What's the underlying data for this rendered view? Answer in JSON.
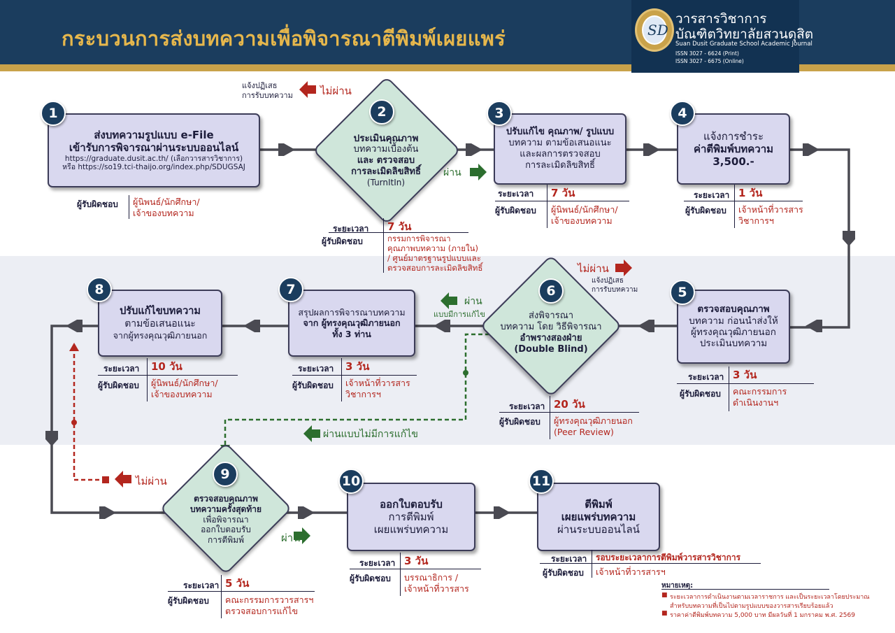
{
  "header": {
    "title": "กระบวนการส่งบทความเพื่อพิจารณาตีพิมพ์เผยแพร่",
    "journal_th_1": "วารสารวิชาการ",
    "journal_th_2": "บัณฑิตวิทยาลัยสวนดุสิต",
    "journal_en": "Suan Dusit Graduate School Academic Journal",
    "issn_print": "ISSN 3027 - 6624 (Print)",
    "issn_online": "ISSN 3027 - 6675 (Online)"
  },
  "labels": {
    "period": "ระยะเวลา",
    "responsible": "ผู้รับผิดชอบ",
    "pass": "ผ่าน",
    "fail": "ไม่ผ่าน",
    "reject_notice_1": "แจ้งปฏิเสธ",
    "reject_notice_2": "การรับบทความ",
    "pass_with_revision_1": "ผ่าน",
    "pass_with_revision_2": "แบบมีการแก้ไข",
    "pass_no_revision": "ผ่านแบบไม่มีการแก้ไข"
  },
  "steps": [
    {
      "number": "1",
      "lines": [
        "ส่งบทความรูปแบบ e-File",
        "เข้ารับการพิจารณาผ่านระบบออนไลน์",
        "https://graduate.dusit.ac.th/ (เลือกวารสารวิชาการ)",
        "หรือ https://so19.tci-thaijo.org/index.php/SDUGSAJ"
      ],
      "responsible": [
        "ผู้นิพนธ์/นักศึกษา/",
        "เจ้าของบทความ"
      ]
    },
    {
      "number": "2",
      "lines": [
        "ประเมินคุณภาพ",
        "บทความเบื้องต้น",
        "และ ตรวจสอบ",
        "การละเมิดลิขสิทธิ์",
        "(TurnItIn)"
      ],
      "period": "7 วัน",
      "responsible": [
        "กรรมการพิจารณา",
        "คุณภาพบทความ (ภายใน)",
        "/ ศูนย์มาตรฐานรูปแบบและ",
        "ตรวจสอบการละเมิดลิขสิทธิ์"
      ]
    },
    {
      "number": "3",
      "lines": [
        "ปรับแก้ไข คุณภาพ/ รูปแบบ",
        "บทความ ตามข้อเสนอแนะ",
        "และผลการตรวจสอบ",
        "การละเมิดลิขสิทธิ์"
      ],
      "period": "7 วัน",
      "responsible": [
        "ผู้นิพนธ์/นักศึกษา/",
        "เจ้าของบทความ"
      ]
    },
    {
      "number": "4",
      "lines": [
        "แจ้งการชำระ",
        "ค่าตีพิมพ์บทความ",
        "3,500.-"
      ],
      "period": "1 วัน",
      "responsible": [
        "เจ้าหน้าที่วารสาร",
        "วิชาการฯ"
      ]
    },
    {
      "number": "5",
      "lines": [
        "ตรวจสอบคุณภาพ",
        "บทความ ก่อนนำส่งให้",
        "ผู้ทรงคุณวุฒิภายนอก",
        "ประเมินบทความ"
      ],
      "period": "3 วัน",
      "responsible": [
        "คณะกรรมการ",
        "ดำเนินงานฯ"
      ]
    },
    {
      "number": "6",
      "lines": [
        "ส่งพิจารณา",
        "บทความ โดย วิธีพิจารณา",
        "อำพรางสองฝ่าย",
        "(Double Blind)"
      ],
      "period": "20 วัน",
      "responsible": [
        "ผู้ทรงคุณวุฒิภายนอก",
        "(Peer Review)"
      ]
    },
    {
      "number": "7",
      "lines": [
        "สรุปผลการพิจารณาบทความ",
        "จาก ผู้ทรงคุณวุฒิภายนอก",
        "ทั้ง 3 ท่าน"
      ],
      "period": "3 วัน",
      "responsible": [
        "เจ้าหน้าที่วารสาร",
        "วิชาการฯ"
      ]
    },
    {
      "number": "8",
      "lines": [
        "ปรับแก้ไขบทความ",
        "ตามข้อเสนอแนะ",
        "จากผู้ทรงคุณวุฒิภายนอก"
      ],
      "period": "10 วัน",
      "responsible": [
        "ผู้นิพนธ์/นักศึกษา/",
        "เจ้าของบทความ"
      ]
    },
    {
      "number": "9",
      "lines": [
        "ตรวจสอบคุณภาพ",
        "บทความครั้งสุดท้าย",
        "เพื่อพิจารณา",
        "ออกใบตอบรับ",
        "การตีพิมพ์"
      ],
      "period": "5 วัน",
      "responsible": [
        "คณะกรรมการวารสารฯ",
        "ตรวจสอบการแก้ไข"
      ]
    },
    {
      "number": "10",
      "lines": [
        "ออกใบตอบรับ",
        "การตีพิมพ์",
        "เผยแพร่บทความ"
      ],
      "period": "3 วัน",
      "responsible": [
        "บรรณาธิการ /",
        "เจ้าหน้าที่วารสาร"
      ]
    },
    {
      "number": "11",
      "lines": [
        "ตีพิมพ์",
        "เผยแพร่บทความ",
        "ผ่านระบบออนไลน์"
      ],
      "period": "รอบระยะเวลาการตีพิมพ์วารสารวิชาการ",
      "responsible": [
        "เจ้าหน้าที่วารสารฯ"
      ]
    }
  ],
  "notes": {
    "title": "หมายเหตุ:",
    "items": [
      "ระยะเวลาการดำเนินงานตามเวลาราชการ และเป็นระยะเวลาโดยประมาณ",
      "สำหรับบทความที่เป็นไปตามรูปแบบของวารสารเรียบร้อยแล้ว",
      "ราคาค่าตีพิมพ์บทความ 5,000 บาท มีผลวันที่ 1 มกราคม พ.ศ. 2569"
    ]
  },
  "colors": {
    "navy": "#1b3d5e",
    "gold": "#c9a24a",
    "box_fill": "#d9d8ef",
    "diamond_fill": "#cfe6da",
    "accent_red": "#b3261e",
    "accent_green": "#2c6e2e",
    "connector": "#4a4a52"
  }
}
